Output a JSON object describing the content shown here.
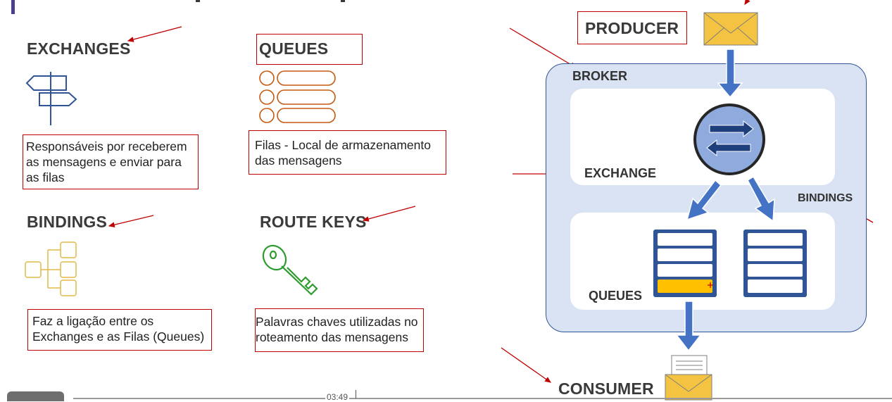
{
  "left": {
    "exchanges": {
      "title": "EXCHANGES",
      "desc": "Responsáveis por receberem as mensagens e enviar para as filas"
    },
    "queues": {
      "title": "QUEUES",
      "desc": "Filas - Local de armazenamento das mensagens"
    },
    "bindings": {
      "title": "BINDINGS",
      "desc": "Faz a ligação entre os Exchanges e as Filas (Queues)"
    },
    "route_keys": {
      "title": "ROUTE KEYS",
      "desc": "Palavras chaves utilizadas no roteamento das mensagens"
    }
  },
  "diagram": {
    "producer": "PRODUCER",
    "broker": "BROKER",
    "exchange": "EXCHANGE",
    "bindings": "BINDINGS",
    "queues": "QUEUES",
    "consumer": "CONSUMER"
  },
  "player": {
    "time": "03:49"
  },
  "colors": {
    "annotation": "#c00000",
    "blue": "#4472c4",
    "navy": "#2f5597",
    "broker_fill": "#dae3f3",
    "envelope": "#f5c342",
    "queue_icon": "#c55a11",
    "binding_icon": "#e2b94a",
    "key_icon": "#2e9b2e"
  }
}
